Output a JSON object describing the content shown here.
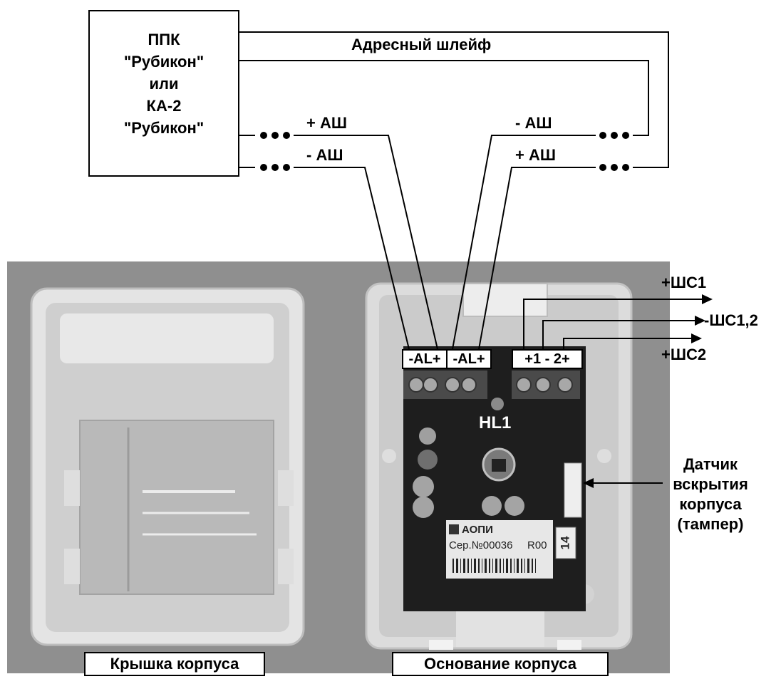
{
  "controller": {
    "lines": [
      "ППК",
      "\"Рубикон\"",
      "или",
      "КА-2",
      "\"Рубикон\""
    ]
  },
  "loop_label": "Адресный шлейф",
  "wires": {
    "left_plus": "+ АШ",
    "left_minus": "- АШ",
    "right_minus": "- АШ",
    "right_plus": "+ АШ"
  },
  "terminals": {
    "al1": "-AL+",
    "al2": "-AL+",
    "zones": "+1 - 2+"
  },
  "zone_outputs": {
    "z1": "+ШС1",
    "z12": "-ШС1,2",
    "z2": "+ШС2"
  },
  "led_label": "HL1",
  "tamper": {
    "lines": [
      "Датчик",
      "вскрытия",
      "корпуса",
      "(тампер)"
    ]
  },
  "captions": {
    "cover": "Крышка корпуса",
    "base": "Основание корпуса"
  },
  "board_label": {
    "maker": "АОПИ",
    "serial": "Сер.№00036",
    "rev": "R00",
    "number": "14"
  },
  "colors": {
    "photo_bg": "#8f8f8f",
    "housing": "#d6d6d6",
    "board": "#1e1e1e"
  }
}
